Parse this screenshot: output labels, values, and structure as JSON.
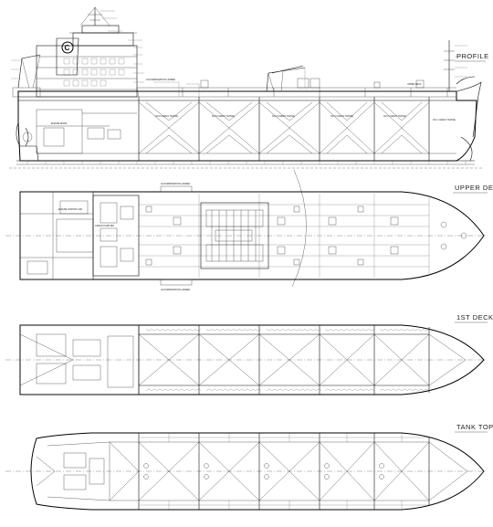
{
  "views": {
    "profile": "PROFILE",
    "upper_deck": "UPPER DEC",
    "first_deck": "1ST DECK",
    "tank_top": "TANK TOP"
  },
  "funnel_logo": "C",
  "profile_notes": {
    "upper_deck_mark": "UPPER DECK",
    "engine_room": "ENGINE ROOM",
    "cargo_tanks": [
      "NO.6 CARGO TK(P&S)",
      "NO.5 CARGO TK(P&S)",
      "NO.4 CARGO TK(P&S)",
      "NO.3 CARGO TK(P&S)",
      "NO.2 CARGO TK(P&S)",
      "NO.1 CARGO TK(P&S)"
    ],
    "accommodation_ladder": "ACCOMMODATION LADDER"
  },
  "deck_notes": {
    "accommodation_ladder_top": "ACCOMMODATION LADDER",
    "accommodation_ladder_bottom": "ACCOMMODATION LADDER",
    "engine_control_room": "ENGINE CONTROL RM",
    "cargo_pump_room": "CARGO PUMP RM"
  },
  "colors": {
    "line": "#111111",
    "background": "#ffffff"
  }
}
